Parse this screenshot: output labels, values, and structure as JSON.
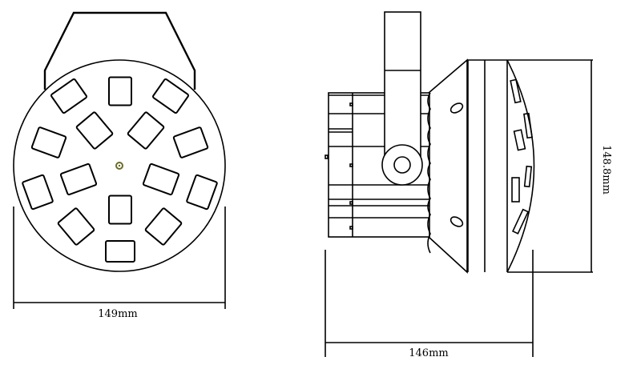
{
  "dimensions": {
    "front_width": "149mm",
    "side_depth": "146mm",
    "side_height": "148.8mm"
  },
  "colors": {
    "line": "#000000",
    "background": "#ffffff",
    "center_dot": "#6b6b2a"
  }
}
